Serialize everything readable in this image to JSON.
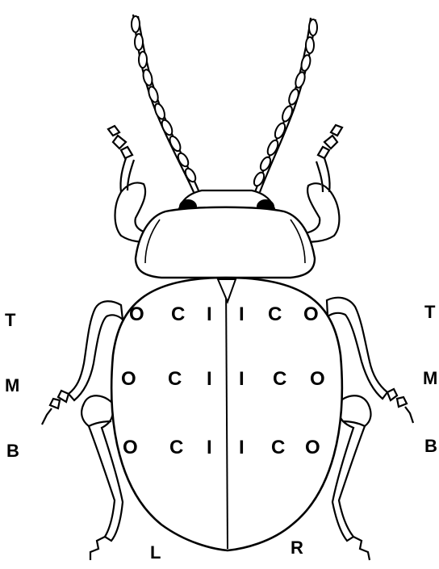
{
  "left_side_labels": [
    "T",
    "M",
    "B"
  ],
  "right_side_labels": [
    "T",
    "M",
    "B"
  ],
  "elytra_rows": [
    {
      "left": [
        "O",
        "C",
        "I"
      ],
      "right": [
        "I",
        "C",
        "O"
      ]
    },
    {
      "left": [
        "O",
        "C",
        "I"
      ],
      "right": [
        "I",
        "C",
        "O"
      ]
    },
    {
      "left": [
        "O",
        "C",
        "I"
      ],
      "right": [
        "I",
        "C",
        "O"
      ]
    }
  ],
  "bottom_labels": {
    "left": "L",
    "right": "R"
  },
  "colors": {
    "ink": "#000000",
    "fill": "#ffffff"
  }
}
